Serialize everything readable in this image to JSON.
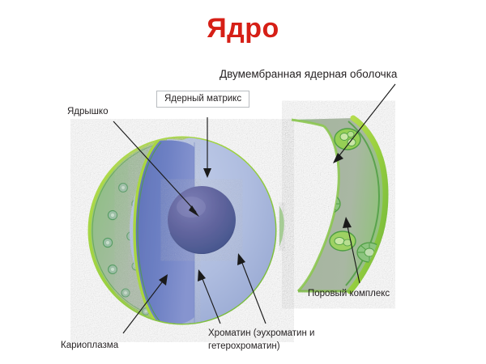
{
  "slide": {
    "title": "Ядро",
    "title_color": "#d61f16",
    "background": "#ffffff"
  },
  "labels": {
    "envelope": "Двумембранная ядерная оболочка",
    "matrix": "Ядерный матрикс",
    "nucleolus": "Ядрышко",
    "karyoplasm": "Кариоплазма",
    "chromatin": "Хроматин (эухроматин и гетерохроматин)",
    "pore_complex": "Поровый комплекс"
  },
  "diagram": {
    "left_figure": {
      "name": "cut-away-nucleus-sphere",
      "envelope_color": "#8fc470",
      "envelope_surface_color": "#a7b8a0",
      "membrane_edge_color": "#a9d63f",
      "interior_dark_blue": "#6b7fc0",
      "interior_light_blue": "#b0bee0",
      "nucleolus_color": "#5b5f9e",
      "pore_count": 16
    },
    "right_figure": {
      "name": "nuclear-envelope-section",
      "band_fill_color": "#9fb59a",
      "membrane_edge_color": "#a9d63f",
      "inner_membrane_color": "#4f9e43",
      "pore_complex_count": 5
    },
    "leader_color": "#1a1a1a"
  }
}
